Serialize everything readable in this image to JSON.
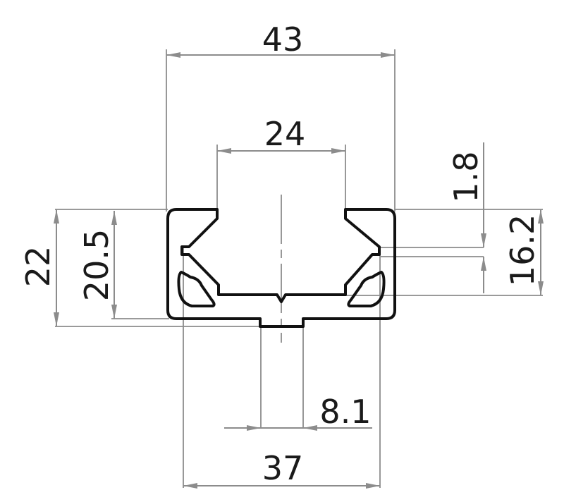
{
  "drawing": {
    "type": "profile cross-section technical drawing",
    "colors": {
      "profile": "#111111",
      "dimension_lines": "#8c8c8c",
      "text": "#1a1a1a",
      "background": "#ffffff"
    },
    "dimensions": {
      "overall_width": "43",
      "slot_opening_width": "24",
      "overall_height": "22",
      "inner_height": "20.5",
      "lip_thickness": "1.8",
      "side_height": "16.2",
      "bottom_rib_width": "8.1",
      "inner_span_width": "37"
    }
  }
}
